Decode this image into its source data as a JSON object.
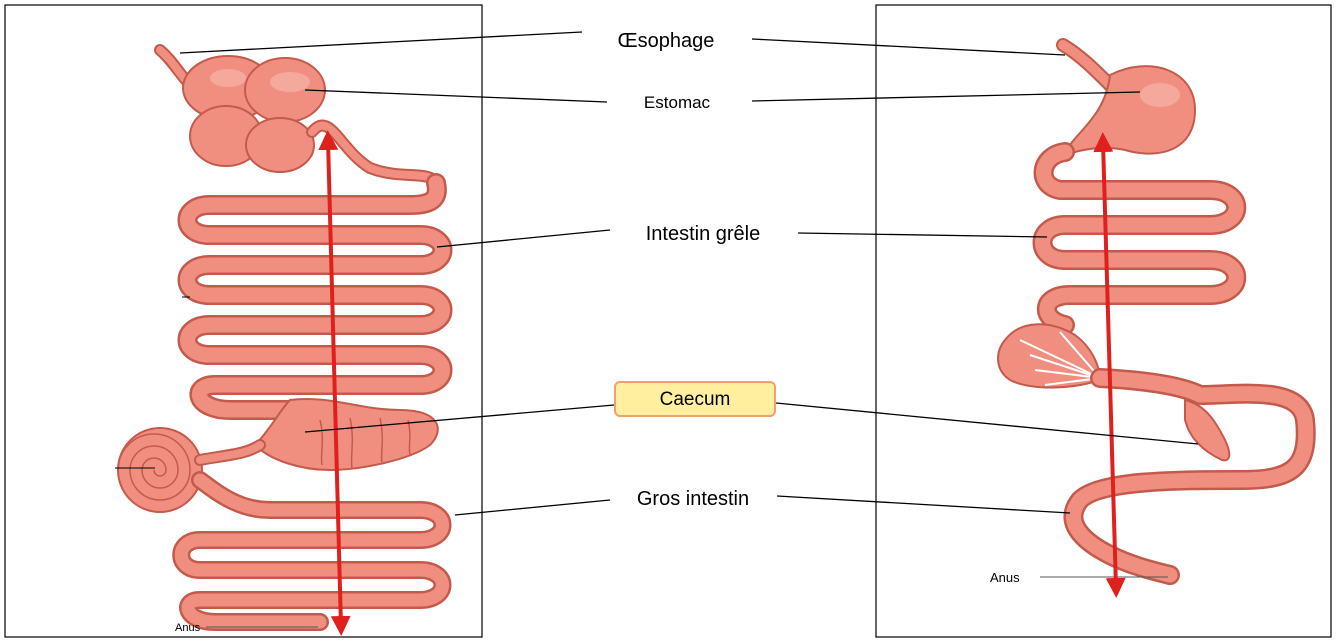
{
  "labels": {
    "oesophage": "Œsophage",
    "estomac": "Estomac",
    "intestin_grele": "Intestin grêle",
    "caecum": "Caecum",
    "gros_intestin": "Gros intestin"
  },
  "anus_left": "Anus",
  "anus_right": "Anus",
  "colors": {
    "tract_fill": "#f08f80",
    "tract_outline": "#c45a4c",
    "tract_highlight": "#f7b3a8",
    "arrow": "#e0201c",
    "caecum_box_fill": "#ffef9e",
    "caecum_box_border": "#f0a070",
    "frame": "#000000"
  }
}
